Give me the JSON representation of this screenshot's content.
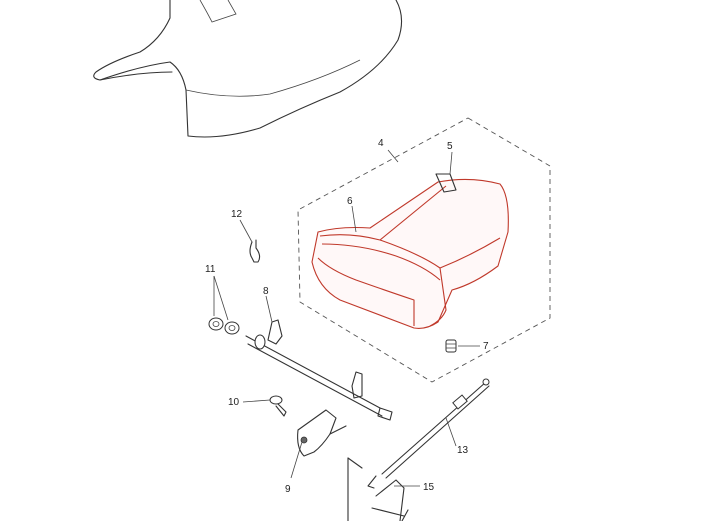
{
  "callouts": {
    "c4": "4",
    "c5": "5",
    "c6": "6",
    "c7": "7",
    "c8": "8",
    "c9": "9",
    "c10": "10",
    "c11": "11",
    "c12": "12",
    "c13": "13",
    "c15": "15"
  },
  "colors": {
    "highlight": "#c0392b",
    "line": "#333333"
  }
}
